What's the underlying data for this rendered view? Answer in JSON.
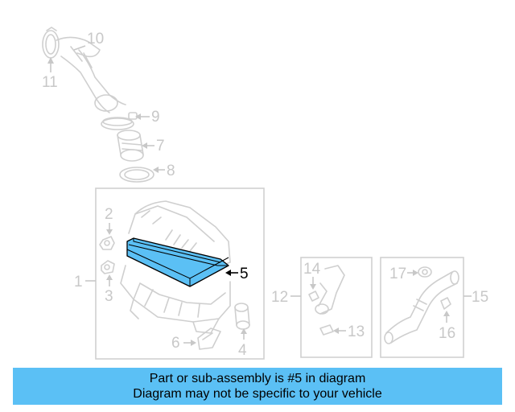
{
  "callouts": {
    "c1": "1",
    "c2": "2",
    "c3": "3",
    "c4": "4",
    "c5": "5",
    "c6": "6",
    "c7": "7",
    "c8": "8",
    "c9": "9",
    "c10": "10",
    "c11": "11",
    "c12": "12",
    "c13": "13",
    "c14": "14",
    "c15": "15",
    "c16": "16",
    "c17": "17"
  },
  "highlight": {
    "part": "5",
    "color": "#5bc0f5"
  },
  "banner": {
    "line1": "Part or sub-assembly is #5 in diagram",
    "line2": "Diagram may not be specific to your vehicle",
    "color": "#5bc0f5"
  }
}
